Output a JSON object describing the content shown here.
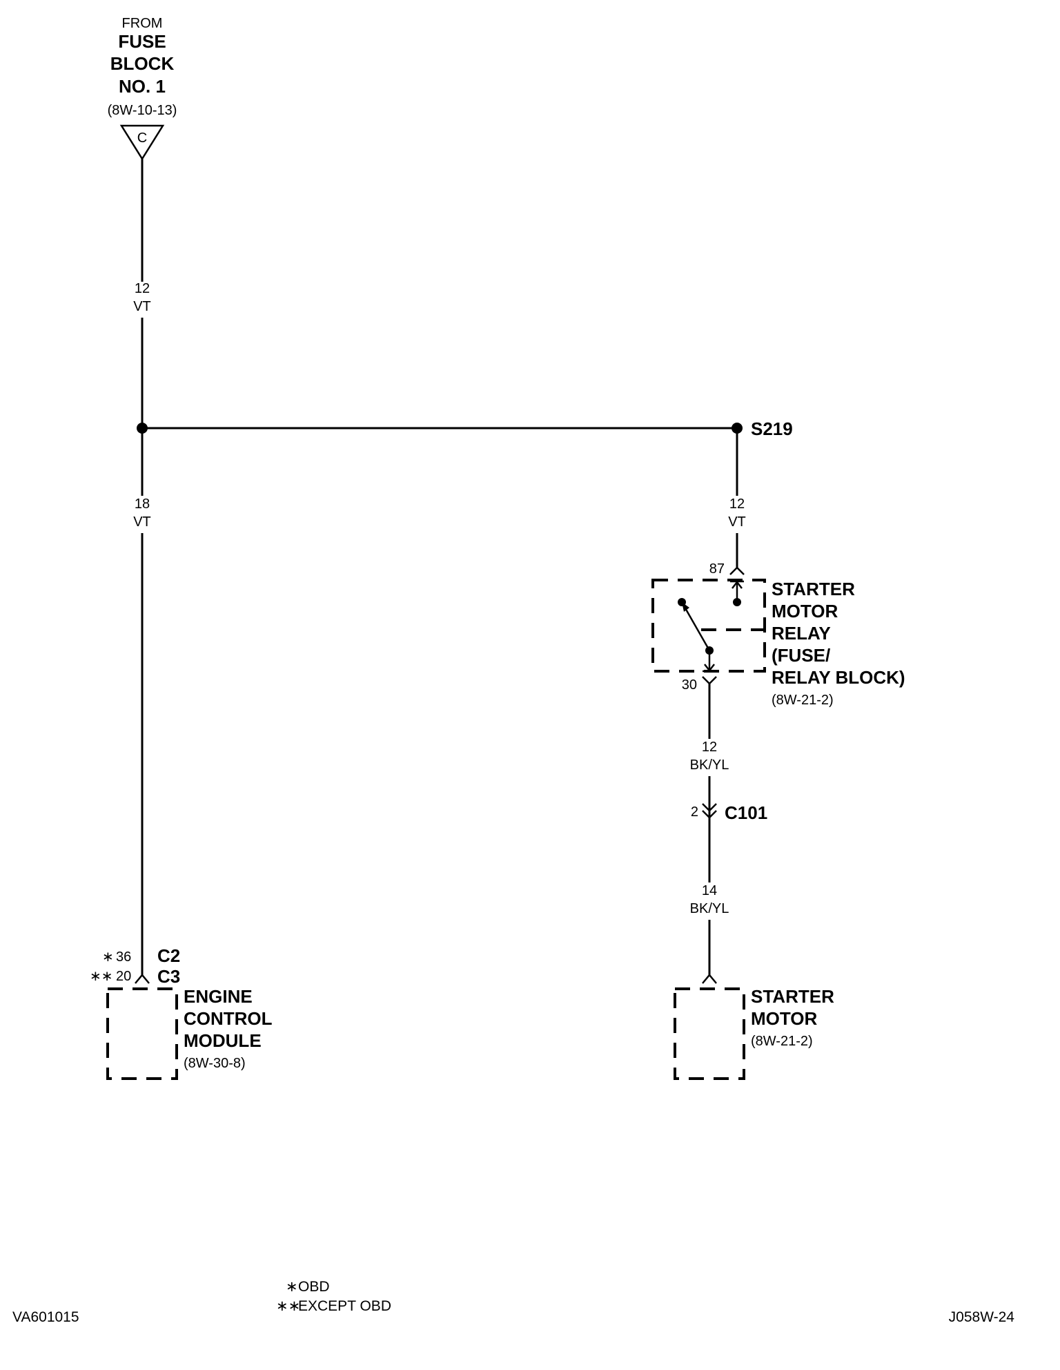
{
  "source": {
    "line1": "FROM",
    "line2": "FUSE",
    "line3": "BLOCK",
    "line4": "NO. 1",
    "ref": "(8W-10-13)",
    "terminal": "C"
  },
  "wires": {
    "top": {
      "gauge": "12",
      "color": "VT"
    },
    "left": {
      "gauge": "18",
      "color": "VT"
    },
    "right_upper": {
      "gauge": "12",
      "color": "VT"
    },
    "right_mid": {
      "gauge": "12",
      "color": "BK/YL"
    },
    "right_lower": {
      "gauge": "14",
      "color": "BK/YL"
    }
  },
  "splice": {
    "label": "S219"
  },
  "relay": {
    "pin_in": "87",
    "pin_out": "30",
    "line1": "STARTER",
    "line2": "MOTOR",
    "line3": "RELAY",
    "line4": "(FUSE/",
    "line5": "RELAY BLOCK)",
    "ref": "(8W-21-2)"
  },
  "connector_c101": {
    "pin": "2",
    "label": "C101"
  },
  "ecm": {
    "pin_obd": "36",
    "pin_except": "20",
    "conn_obd": "C2",
    "conn_except": "C3",
    "line1": "ENGINE",
    "line2": "CONTROL",
    "line3": "MODULE",
    "ref": "(8W-30-8)"
  },
  "starter_motor": {
    "line1": "STARTER",
    "line2": "MOTOR",
    "ref": "(8W-21-2)"
  },
  "legend": {
    "obd": "OBD",
    "except_obd": "EXCEPT OBD"
  },
  "footer": {
    "left_id": "VA601015",
    "right_id": "J058W-24"
  }
}
